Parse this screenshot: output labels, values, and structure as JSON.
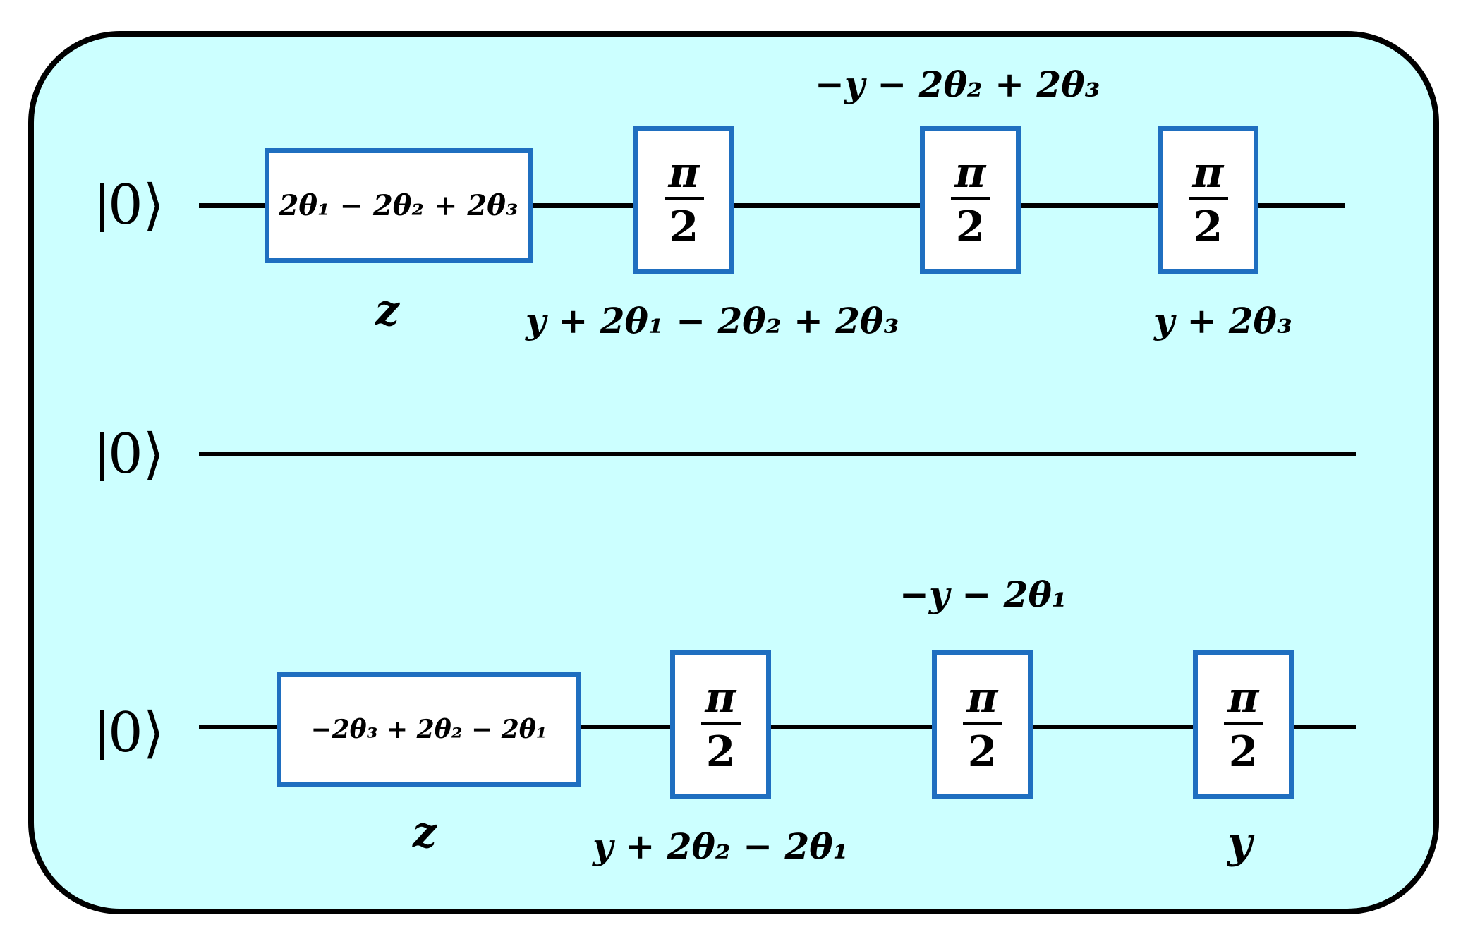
{
  "qubits": [
    {
      "ket": "0",
      "rotation": "2θ₁ − 2θ₂ + 2θ₃",
      "rotation_axis": "z",
      "label_after_first": "y + 2θ₁ − 2θ₂ + 2θ₃",
      "label_above_middle": "−y − 2θ₂ + 2θ₃",
      "label_after_last": "y + 2θ₃"
    },
    {
      "ket": "0"
    },
    {
      "ket": "0",
      "rotation": "−2θ₃ + 2θ₂ − 2θ₁",
      "rotation_axis": "z",
      "label_after_first": "y + 2θ₂ − 2θ₁",
      "label_above_middle": "−y − 2θ₁",
      "label_after_last": "y"
    }
  ],
  "pulse": {
    "numerator": "π",
    "denominator": "2"
  },
  "colors": {
    "panel": "#ccffff",
    "box_border": "#1f6fc0",
    "wire": "#000000"
  }
}
